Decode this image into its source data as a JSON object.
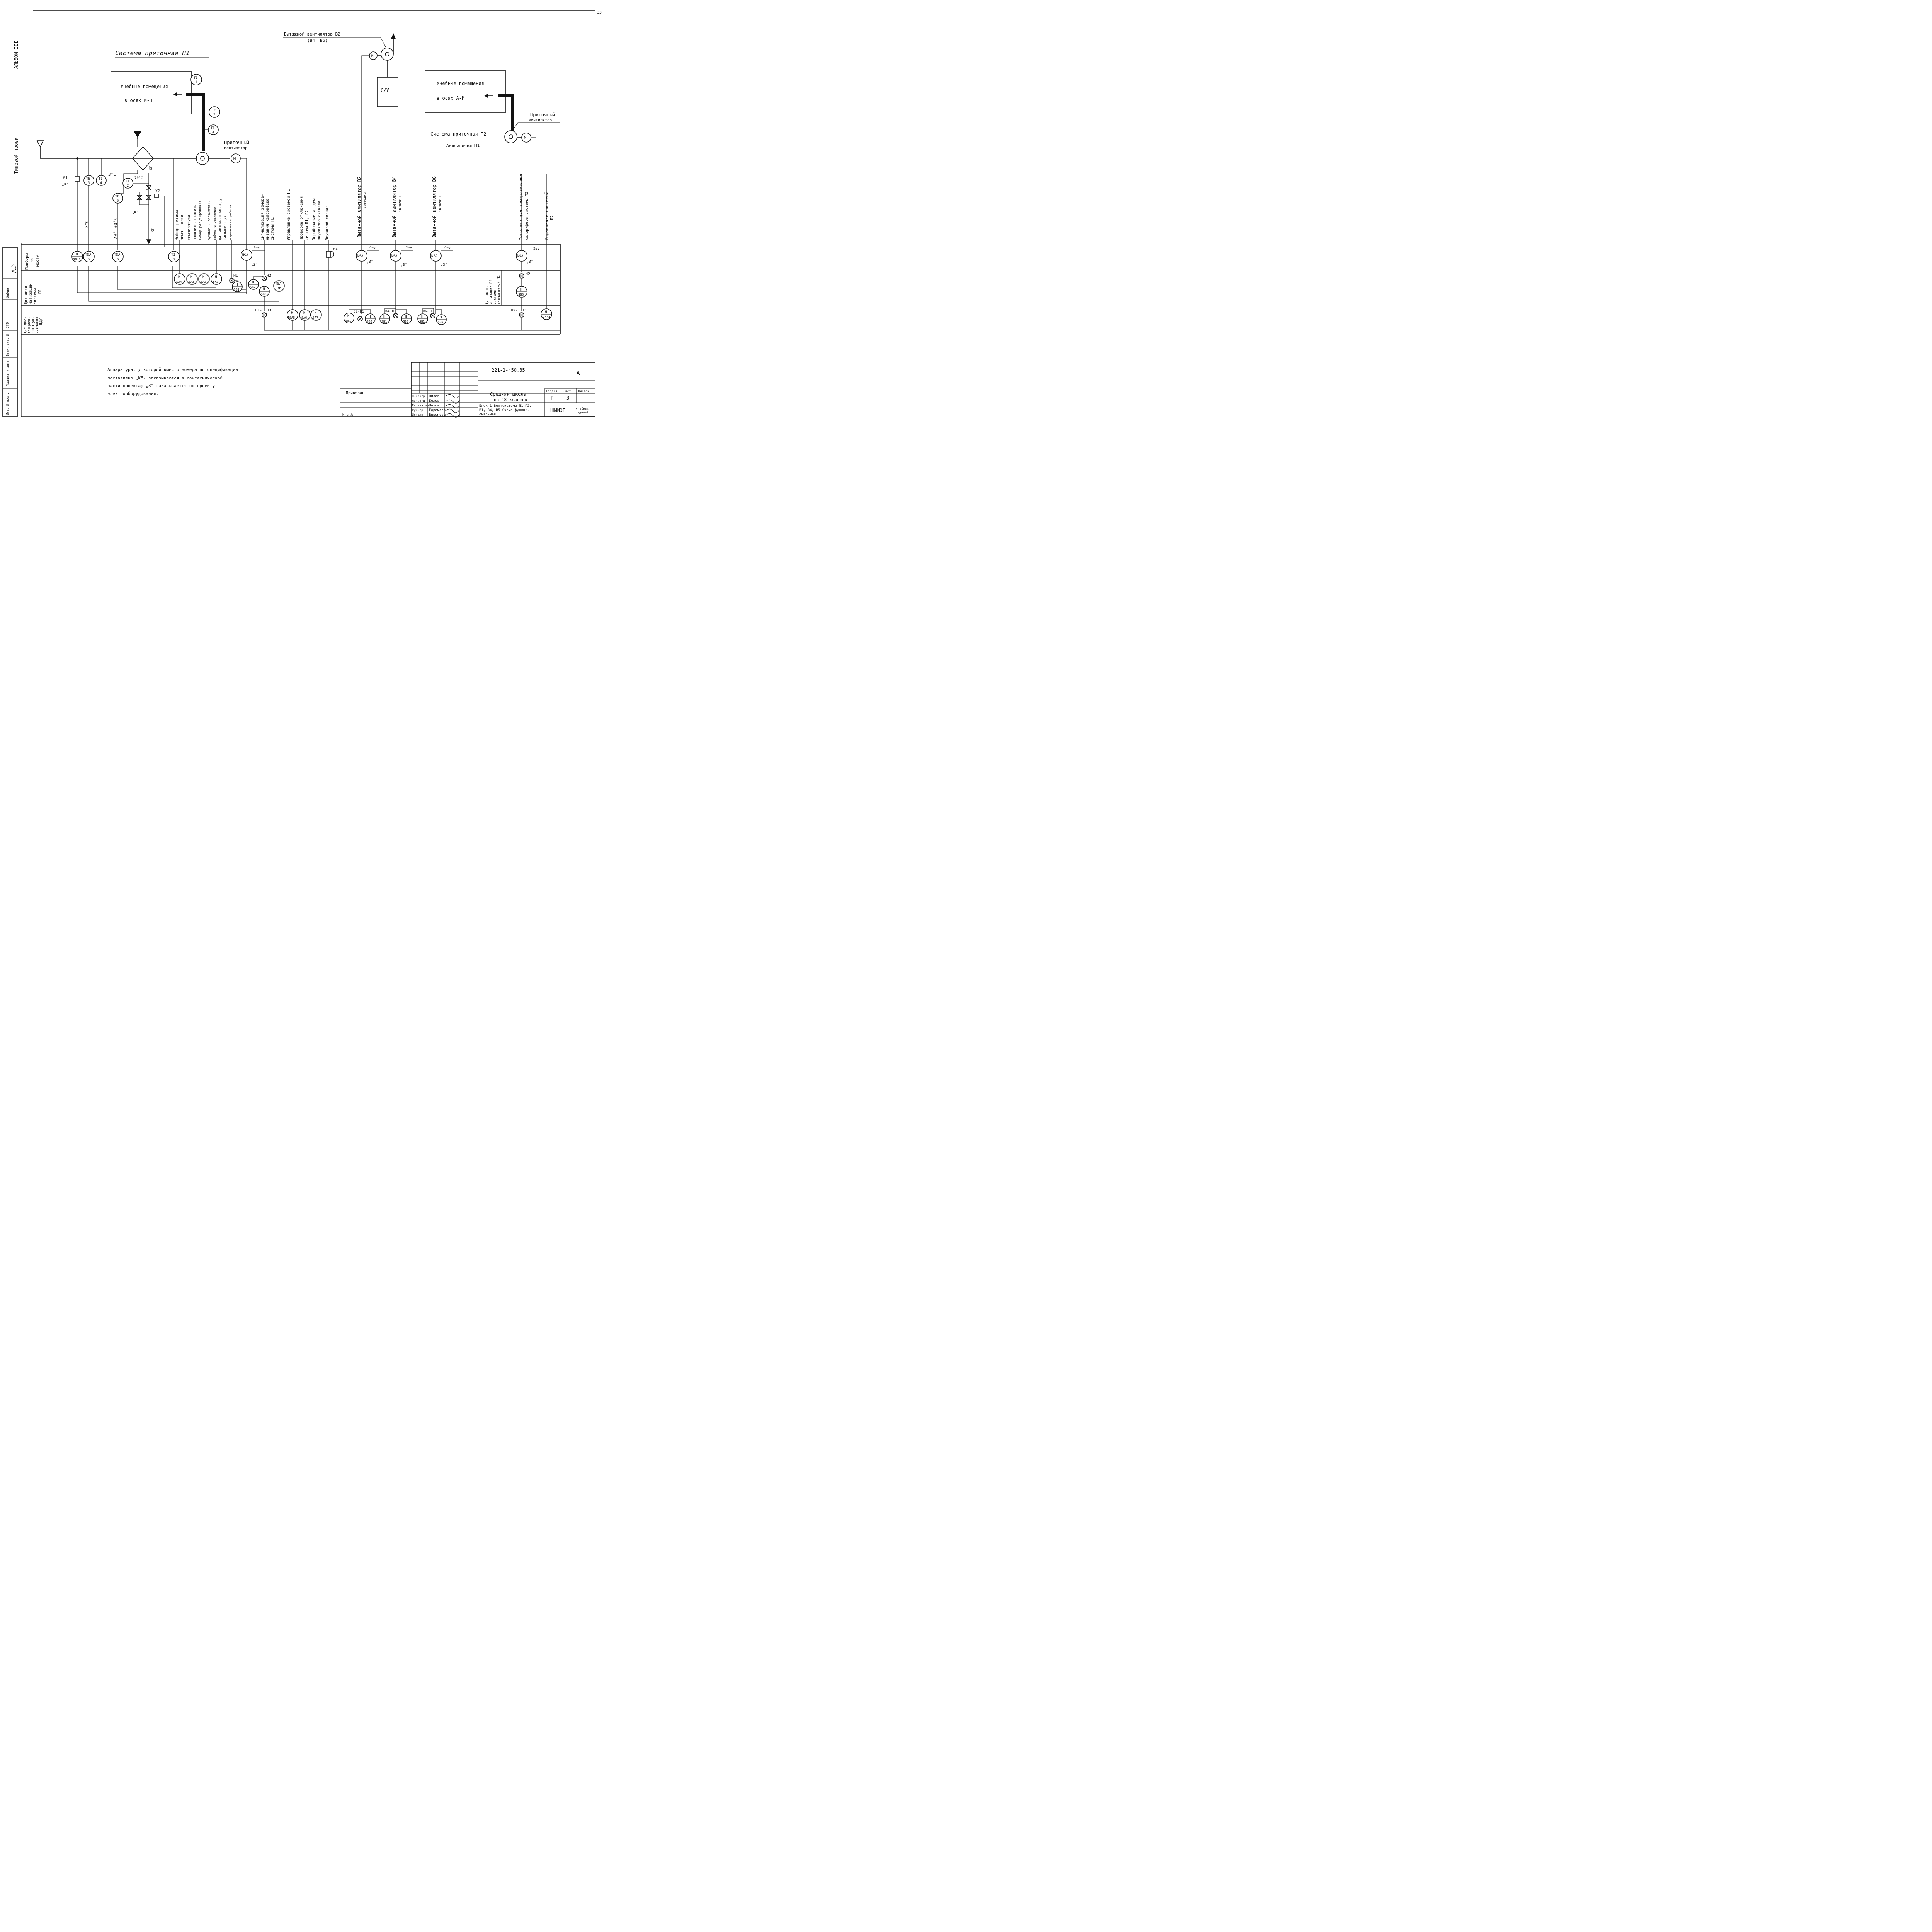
{
  "page_number": "33",
  "margin": {
    "album": "АЛЬБОМ III",
    "typical_project": "Типовой проект"
  },
  "title": "Система приточная П1",
  "rooms": {
    "left_line1": "Учебные помещения",
    "left_line2": "в осях И-П",
    "right_line1": "Учебные помещения",
    "right_line2": "в осях А-И"
  },
  "exhaust": {
    "label": "Вытяжной вентилятор В2",
    "sublabel": "(В4, В6)",
    "su": "С/У"
  },
  "supply_fan_1": {
    "line1": "Приточный",
    "line2": "вентилятор"
  },
  "supply_fan_2": {
    "line1": "Приточный",
    "line2": "вентилятор"
  },
  "system_p2": {
    "line1": "Система приточная П2",
    "line2": "Аналогична П1"
  },
  "symbols": {
    "M": "М",
    "TI": "TI",
    "TE": "TE",
    "TSA": "TSA",
    "NSA": "NSA",
    "H": "H",
    "Y1": "У1",
    "Y2": "У2",
    "K": "„К\"",
    "Z": "„З\"",
    "HA": "НА",
    "n1": "1",
    "n2": "2",
    "n3": "3",
    "n4": "4",
    "n5": "5",
    "n6": "6",
    "n7": "7",
    "n7b": "7б"
  },
  "temps": {
    "t3": "3°С",
    "t70": "70°С",
    "t3v": "3°С",
    "t2030": "20°-30°С",
    "og1": "ОГ",
    "og2": "ОГ"
  },
  "signal_labels": [
    "Выбор режима",
    "зима - лето",
    "температура",
    "понизить-повысить",
    "выбор регулирования",
    "ручное - автоматич.",
    "выбор управления",
    "щит автом.-откл.-щду",
    "сигнализация",
    "нормальная работа",
    "Сигнализация замора-",
    "живания калорифера",
    "системы П1",
    "Управление системой П1",
    "Проверка отключения",
    "систем П1, П2",
    "Опробование и сдем",
    "звукового сигнала",
    "Звуковой сигнал",
    "Вытяжной вентилятор В2",
    "включен",
    "Вытяжной вентилятор В4",
    "включен",
    "Вытяжной вентилятор В6",
    "включен",
    "Сигнализация замораживания",
    "калорифера системы П2",
    "Управление системой",
    "П2"
  ],
  "band_labels": {
    "local": [
      "Приборы",
      "по",
      "месту"
    ],
    "panel": [
      "Щит авто-",
      "матизации",
      "системы",
      "П1"
    ],
    "dispatch": [
      "Щит дис-",
      "танцион-",
      "ного уп-",
      "равления",
      "ЩДУ"
    ],
    "panel_p2": [
      "Щит авто-",
      "матизации П2",
      "системы",
      "аналогичной П1"
    ]
  },
  "device_tags": {
    "SB43": "SB43",
    "SA4": "SA4",
    "SA3": "SA3",
    "SA2": "SA2",
    "SA1": "SA1",
    "SB1": "SB1",
    "SB2": "SB2",
    "SB3": "SB3",
    "1SA5": "1SA5",
    "SA6": "SA6",
    "SA7": "SA7",
    "SB8": "SB8",
    "12SB4": "12SB4",
    "H1": "Н1",
    "H2": "Н2",
    "H3": "Н3",
    "P1H3": "П1-",
    "P2H3": "П2-",
    "1shu": "1шу",
    "4shu": "4шу",
    "2shu": "2шу",
    "B2H1": "В2-Н1",
    "B4H1": "В4-Н1",
    "B6H1": "В6-Н1"
  },
  "note": [
    "Аппаратура, у которой вместо номера по спецификации",
    "поставлено „К\"- заказываются в сантехнической",
    "части проекта; „З\"-заказывается по проекту",
    "электрооборудования."
  ],
  "side_strip": [
    "Инв. № подл.",
    "Подпись и дата",
    "Взам. инв. №",
    "СТО",
    "Бабин"
  ],
  "title_block": {
    "doc_number": "221-1-450.85",
    "format": "А",
    "tied": "Привязан",
    "inv": "Инв №",
    "roles": [
      "Н.контр",
      "Нач.отд",
      "Гл.инж.пр",
      "Рук.гр",
      "Исполн"
    ],
    "names": [
      "Шилов",
      "Белов",
      "Шилов",
      "Ефремова",
      "Ефремова"
    ],
    "project_name": [
      "Средняя школа",
      "на 18 классов"
    ],
    "sheet_desc": [
      "Блок 1 Вентсистемы П1,П2,",
      "В1, В4, В5 Схема функци-",
      "ональная"
    ],
    "stage_header": "Стадия",
    "sheet_header": "Лист",
    "sheets_header": "Листов",
    "stage": "Р",
    "sheet": "3",
    "org": "ЦНИИЭП",
    "org_sub1": "учебных",
    "org_sub2": "зданий"
  }
}
